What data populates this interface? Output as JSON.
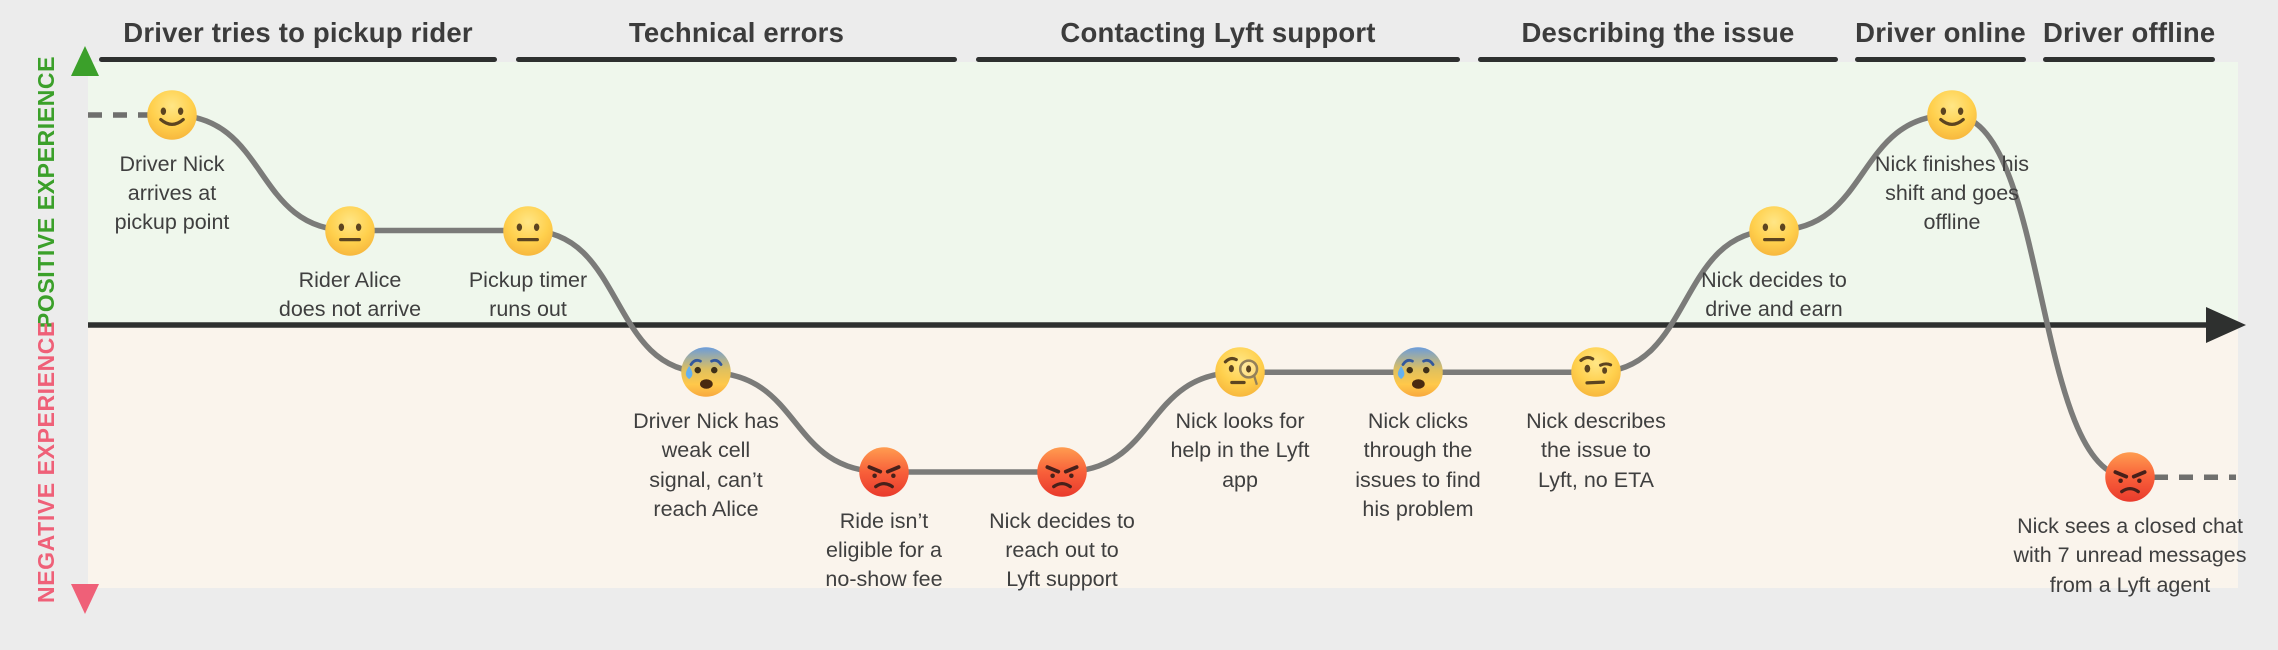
{
  "phases": [
    {
      "label": "Driver tries to pickup rider"
    },
    {
      "label": "Technical errors"
    },
    {
      "label": "Contacting Lyft support"
    },
    {
      "label": "Describing the issue"
    },
    {
      "label": "Driver online"
    },
    {
      "label": "Driver offline"
    }
  ],
  "axis": {
    "positive_label": "POSITIVE EXPERIENCE",
    "negative_label": "NEGATIVE EXPERIENCE"
  },
  "chart_data": {
    "type": "line",
    "subtype": "emotional-journey-curve",
    "x_axis": "journey steps, chronological and evenly spaced",
    "y_axis": "experience sentiment (positive above baseline, negative below)",
    "y_range": [
      -2,
      2
    ],
    "grid": false,
    "dashed_lead_in": true,
    "dashed_lead_out": true,
    "points": [
      {
        "step": 1,
        "phase": "Driver tries to pickup rider",
        "emoji": "slightly-smiling-face",
        "value": 2,
        "label": "Driver Nick\narrives at\npickup point"
      },
      {
        "step": 2,
        "phase": "Driver tries to pickup rider",
        "emoji": "neutral-face",
        "value": 0.9,
        "label": "Rider Alice\ndoes not arrive"
      },
      {
        "step": 3,
        "phase": "Driver tries to pickup rider",
        "emoji": "neutral-face",
        "value": 0.9,
        "label": "Pickup timer\nruns out"
      },
      {
        "step": 4,
        "phase": "Technical errors",
        "emoji": "anxious-face-with-sweat",
        "value": -0.45,
        "label": "Driver Nick has\nweak cell\nsignal, can’t\nreach Alice"
      },
      {
        "step": 5,
        "phase": "Technical errors",
        "emoji": "enraged-face",
        "value": -1.4,
        "label": "Ride isn’t\neligible for a\nno-show fee"
      },
      {
        "step": 6,
        "phase": "Contacting Lyft support",
        "emoji": "enraged-face",
        "value": -1.4,
        "label": "Nick decides to\nreach out to\nLyft support"
      },
      {
        "step": 7,
        "phase": "Contacting Lyft support",
        "emoji": "face-with-monocle",
        "value": -0.45,
        "label": "Nick looks for\nhelp in the Lyft\napp"
      },
      {
        "step": 8,
        "phase": "Contacting Lyft support",
        "emoji": "anxious-face-with-sweat",
        "value": -0.45,
        "label": "Nick clicks\nthrough the\nissues to find\nhis problem"
      },
      {
        "step": 9,
        "phase": "Describing the issue",
        "emoji": "face-with-raised-eyebrow",
        "value": -0.45,
        "label": "Nick describes\nthe issue to\nLyft, no ETA"
      },
      {
        "step": 10,
        "phase": "Describing the issue",
        "emoji": "neutral-face",
        "value": 0.9,
        "label": "Nick decides to\ndrive and earn"
      },
      {
        "step": 11,
        "phase": "Driver online",
        "emoji": "slightly-smiling-face",
        "value": 2,
        "label": "Nick finishes his\nshift and goes\noffline"
      },
      {
        "step": 12,
        "phase": "Driver offline",
        "emoji": "enraged-face",
        "value": -1.45,
        "label": "Nick sees a closed chat\nwith 7 unread messages\nfrom a Lyft agent"
      }
    ]
  },
  "colors": {
    "page_bg": "#ececec",
    "positive_region_bg": "#eff7ec",
    "negative_region_bg": "#faf4ec",
    "positive_label": "#3ba02a",
    "negative_label": "#ef6078",
    "baseline_axis": "#2e302f",
    "curve": "#7b7b79",
    "header_text": "#3c3c3c",
    "caption_text": "#3f3f3f",
    "emoji_yellow": "#ffd04d",
    "emoji_red": "#f8603a",
    "emoji_blue_top": "#6b9cdb"
  }
}
